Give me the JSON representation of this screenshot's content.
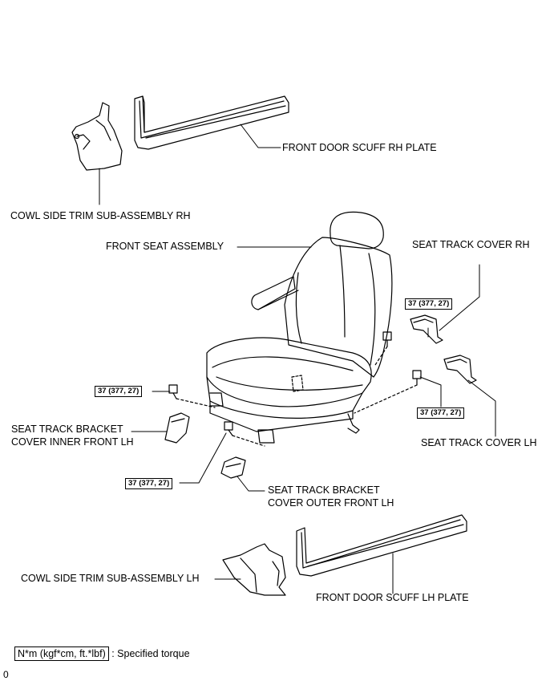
{
  "labels": {
    "front_door_scuff_rh_plate": "FRONT DOOR SCUFF RH PLATE",
    "cowl_side_trim_rh": "COWL SIDE TRIM SUB-ASSEMBLY RH",
    "front_seat_assembly": "FRONT SEAT ASSEMBLY",
    "seat_track_cover_rh": "SEAT TRACK COVER RH",
    "seat_track_bracket_cover_inner_line1": "SEAT TRACK BRACKET",
    "seat_track_bracket_cover_inner_line2": "COVER INNER FRONT LH",
    "seat_track_cover_lh": "SEAT TRACK COVER LH",
    "seat_track_bracket_cover_outer_line1": "SEAT TRACK BRACKET",
    "seat_track_bracket_cover_outer_line2": "COVER OUTER FRONT LH",
    "cowl_side_trim_lh": "COWL SIDE TRIM SUB-ASSEMBLY LH",
    "front_door_scuff_lh_plate": "FRONT DOOR SCUFF LH PLATE"
  },
  "torque": {
    "bolt_rear_rh": "37 (377, 27)",
    "bolt_inner_front": "37 (377, 27)",
    "bolt_rear_lh": "37 (377, 27)",
    "bolt_outer_front": "37 (377, 27)"
  },
  "legend": {
    "box_text": "N*m (kgf*cm, ft.*lbf)",
    "description": ": Specified torque"
  },
  "footer": "0"
}
